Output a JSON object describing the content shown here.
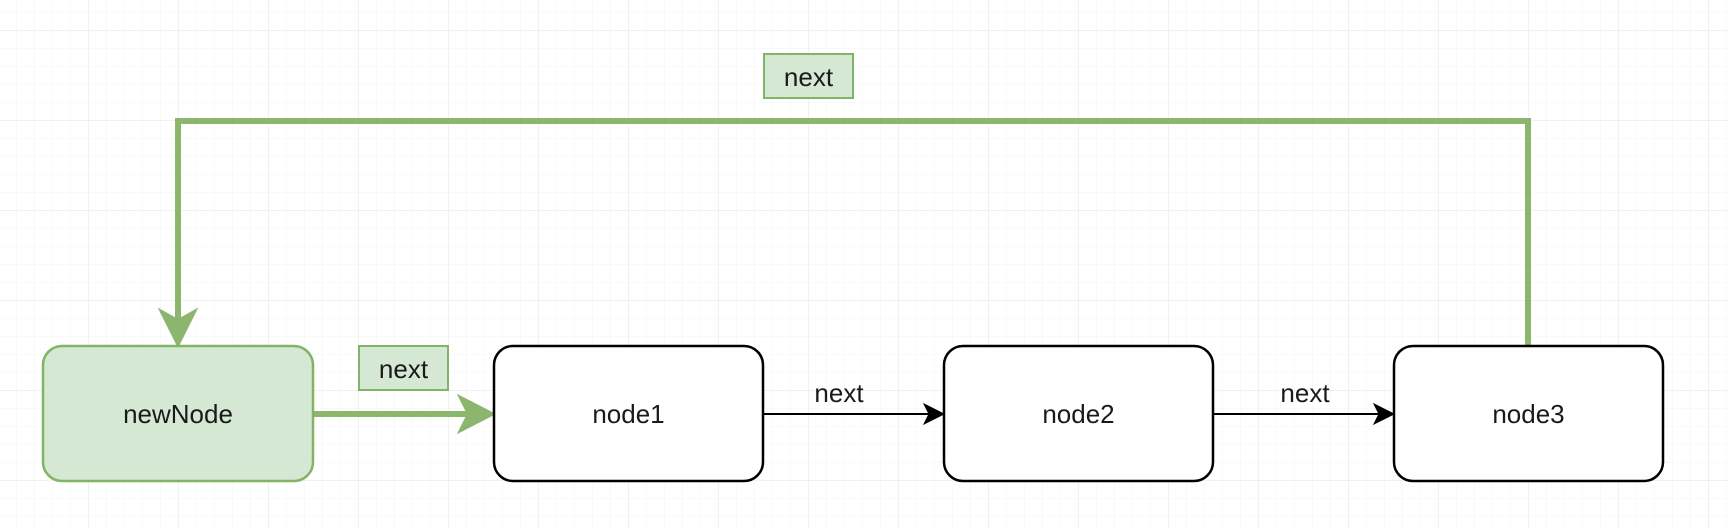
{
  "colors": {
    "highlight_fill": "#d5e8d4",
    "highlight_stroke": "#82b366",
    "highlight_edge": "#8cb56e",
    "node_fill": "#ffffff",
    "node_stroke": "#000000",
    "edge": "#000000",
    "grid_major": "#e3e3e3",
    "grid_minor": "#f3f3f3",
    "text": "#1a1a1a"
  },
  "nodes": {
    "new_node": "newNode",
    "node1": "node1",
    "node2": "node2",
    "node3": "node3"
  },
  "edges": {
    "node3_to_newnode": "next",
    "newnode_to_node1": "next",
    "node1_to_node2": "next",
    "node2_to_node3": "next"
  }
}
